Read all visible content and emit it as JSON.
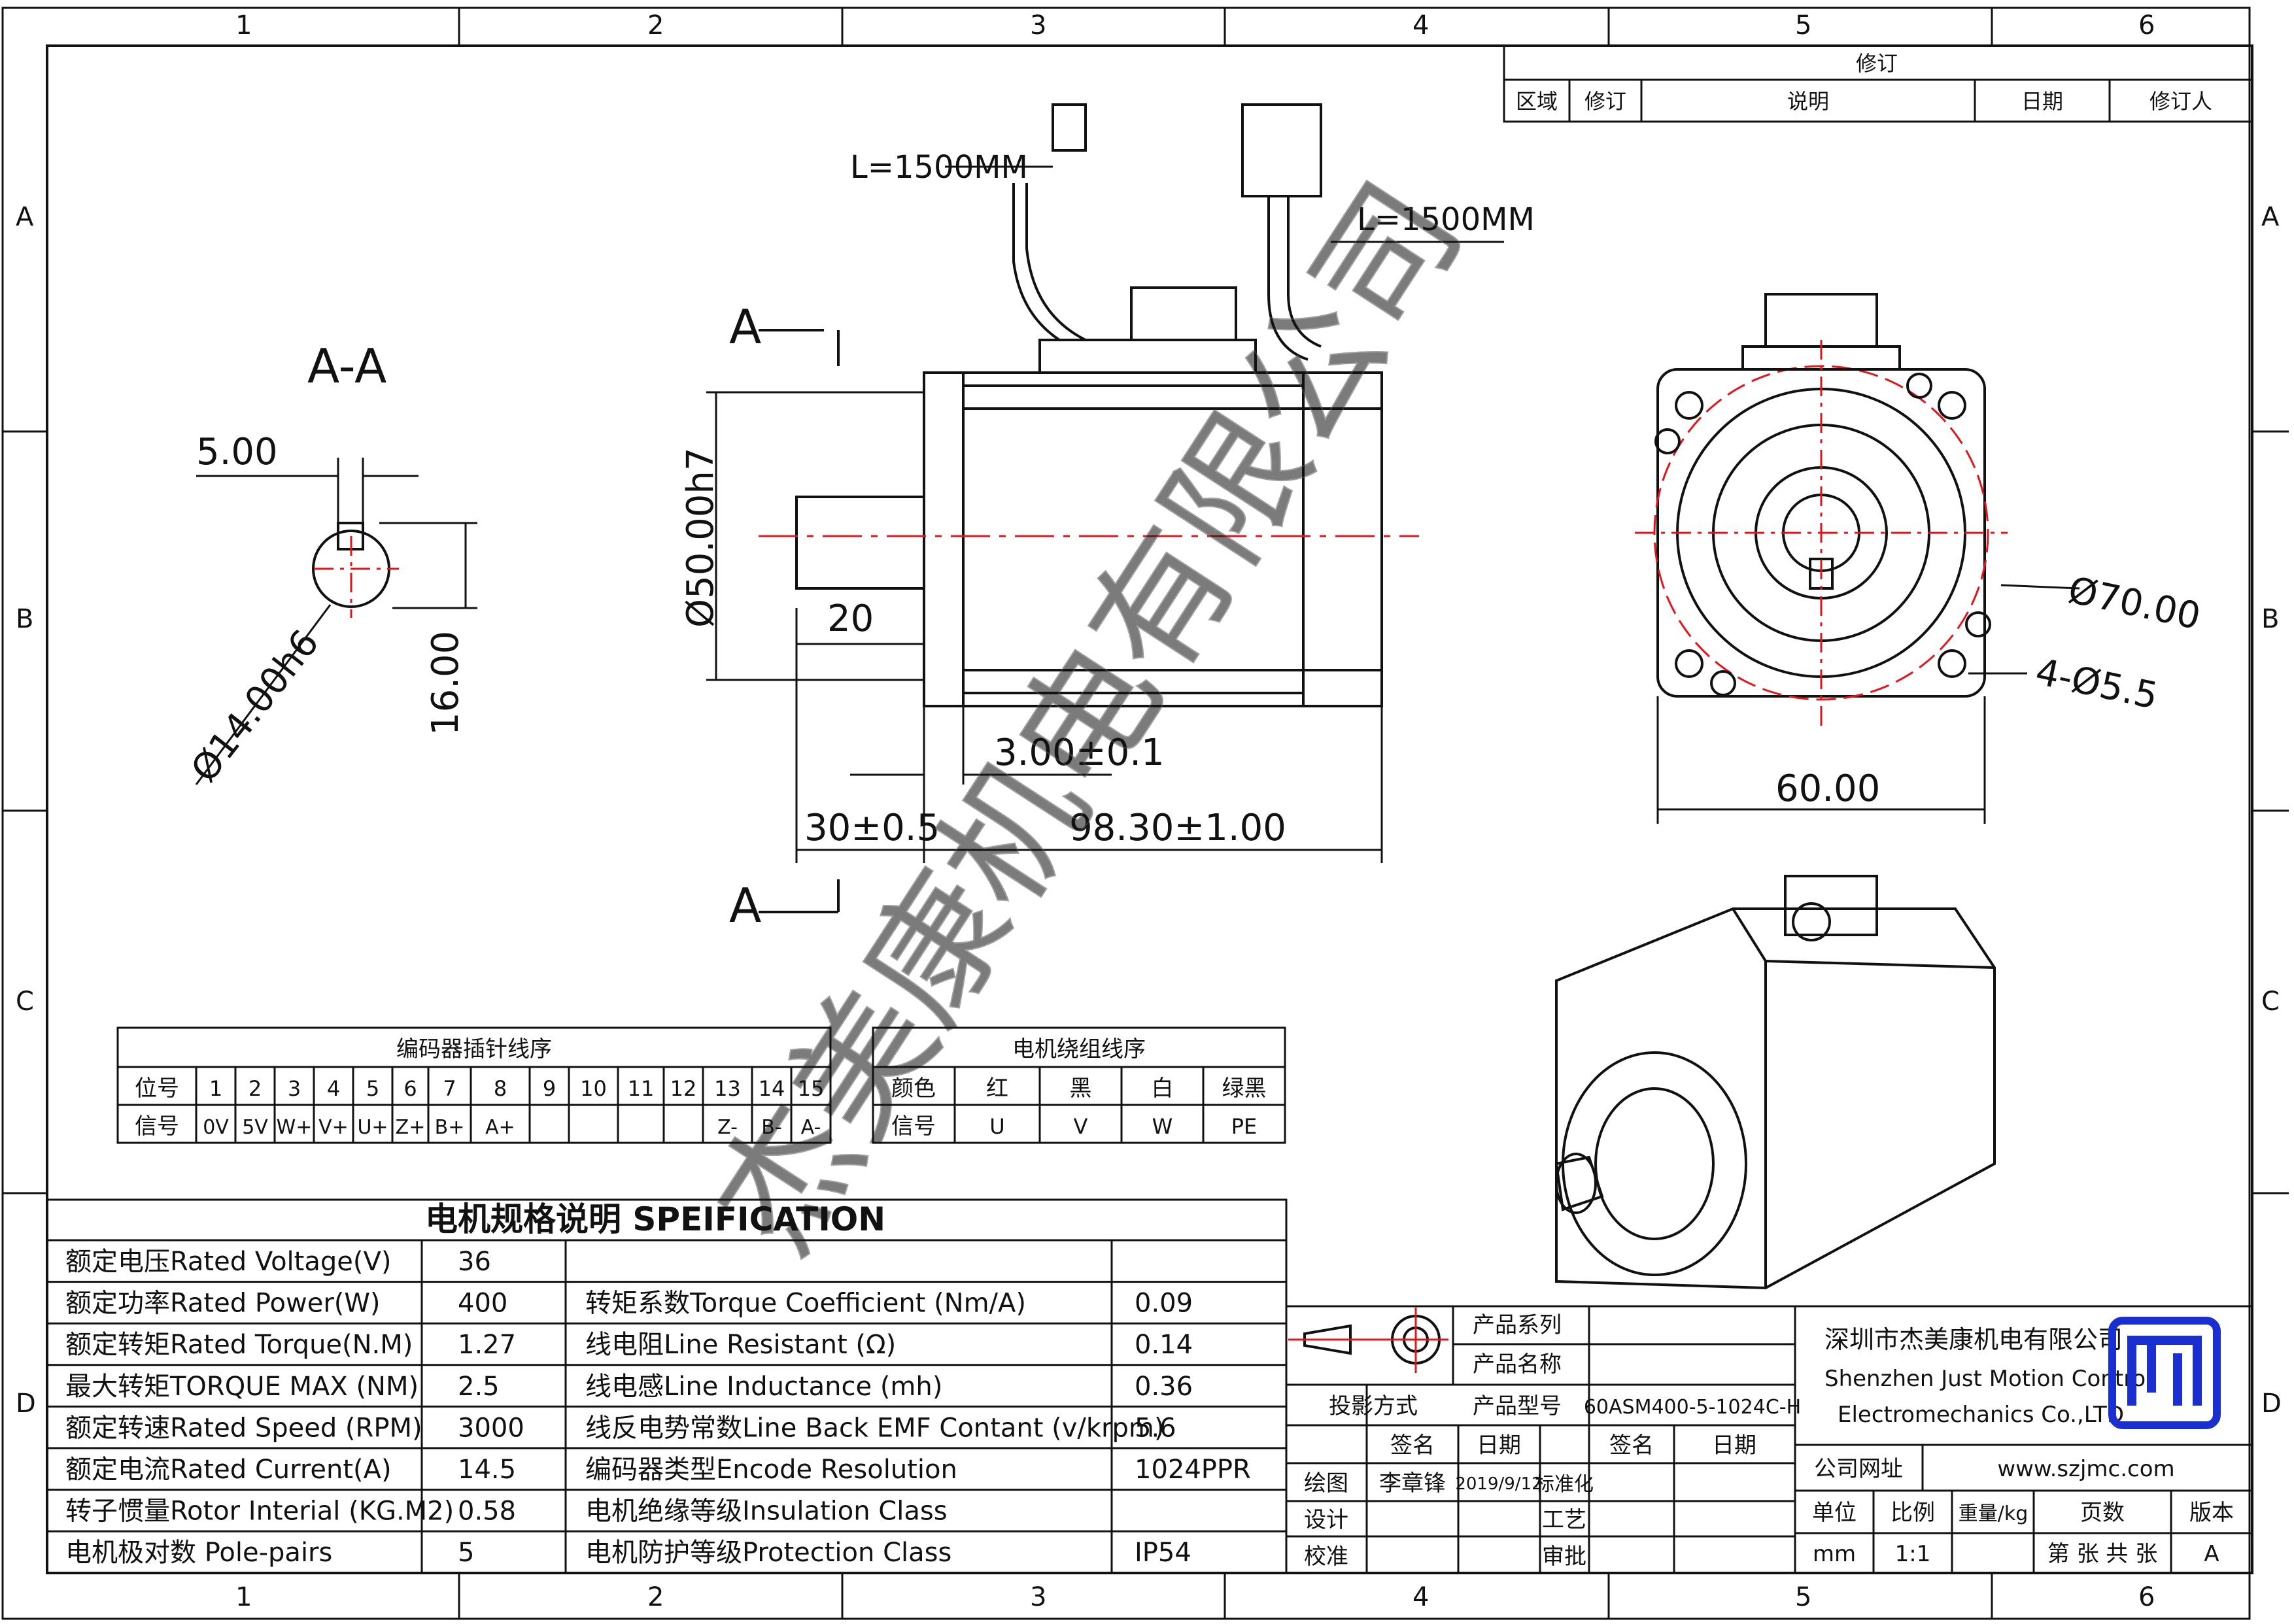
{
  "frame": {
    "columns": [
      "1",
      "2",
      "3",
      "4",
      "5",
      "6"
    ],
    "rows": [
      "A",
      "B",
      "C",
      "D"
    ]
  },
  "revision": {
    "title": "修订",
    "headers": [
      "区域",
      "修订",
      "说明",
      "日期",
      "修订人"
    ]
  },
  "section": {
    "label_top": "A",
    "label_bottom": "A",
    "aa_title": "A-A",
    "key_width": "5.00",
    "shaft_dia": "Ø14.00h6",
    "key_height": "16.00"
  },
  "side_view": {
    "cable1": "L=1500MM",
    "cable2": "L=1500MM",
    "flange_dia": "Ø50.00h7",
    "shaft_step": "20",
    "flange_thick": "3.00±0.1",
    "shaft_len": "30±0.5",
    "body_len": "98.30±1.00"
  },
  "front_view": {
    "pcd": "Ø70.00",
    "holes": "4-Ø5.5",
    "width": "60.00"
  },
  "watermark": "杰美康机电有限公司",
  "encoder_table": {
    "title": "编码器插针线序",
    "row1_label": "位号",
    "row2_label": "信号",
    "pins": [
      "1",
      "2",
      "3",
      "4",
      "5",
      "6",
      "7",
      "8",
      "9",
      "10",
      "11",
      "12",
      "13",
      "14",
      "15"
    ],
    "signals": [
      "0V",
      "5V",
      "W+",
      "V+",
      "U+",
      "Z+",
      "B+",
      "A+",
      "",
      "",
      "",
      "",
      "Z-",
      "B-",
      "A-"
    ]
  },
  "winding_table": {
    "title": "电机绕组线序",
    "row1_label": "颜色",
    "row2_label": "信号",
    "colors": [
      "红",
      "黑",
      "白",
      "绿黑"
    ],
    "signals": [
      "U",
      "V",
      "W",
      "PE"
    ]
  },
  "spec": {
    "title": "电机规格说明 SPEIFICATION",
    "left": [
      {
        "label": "额定电压Rated Voltage(V)",
        "value": "36"
      },
      {
        "label": "额定功率Rated Power(W)",
        "value": "400"
      },
      {
        "label": "额定转矩Rated Torque(N.M)",
        "value": "1.27"
      },
      {
        "label": "最大转矩TORQUE MAX (NM)",
        "value": "2.5"
      },
      {
        "label": "额定转速Rated Speed (RPM)",
        "value": "3000"
      },
      {
        "label": "额定电流Rated Current(A)",
        "value": "14.5"
      },
      {
        "label": "转子惯量Rotor Interial (KG.M2)",
        "value": "0.58"
      },
      {
        "label": "电机极对数 Pole-pairs",
        "value": "5"
      }
    ],
    "right": [
      {
        "label": "",
        "value": ""
      },
      {
        "label": "转矩系数Torque Coefficient (Nm/A)",
        "value": "0.09"
      },
      {
        "label": "线电阻Line Resistant (Ω)",
        "value": "0.14"
      },
      {
        "label": "线电感Line Inductance (mh)",
        "value": "0.36"
      },
      {
        "label": "线反电势常数Line Back EMF Contant (v/krpm)",
        "value": "5.6"
      },
      {
        "label": "编码器类型Encode Resolution",
        "value": "1024PPR"
      },
      {
        "label": "电机绝缘等级Insulation Class",
        "value": ""
      },
      {
        "label": "电机防护等级Protection Class",
        "value": "IP54"
      }
    ]
  },
  "title_block": {
    "product_series": "产品系列",
    "product_name": "产品名称",
    "projection": "投影方式",
    "product_model": "产品型号",
    "model_value": "60ASM400-5-1024C-H",
    "sign": "签名",
    "date": "日期",
    "sign2": "签名",
    "date2": "日期",
    "draw": "绘图",
    "drawer": "李章锋",
    "draw_date": "2019/9/12",
    "standard": "标准化",
    "design": "设计",
    "craft": "工艺",
    "check": "校准",
    "approve": "审批",
    "company_cn": "深圳市杰美康机电有限公司",
    "company_en1": "Shenzhen Just Motion Control",
    "company_en2": "Electromechanics Co.,LTD",
    "website_label": "公司网址",
    "website": "www.szjmc.com",
    "unit_label": "单位",
    "scale_label": "比例",
    "weight_label": "重量/kg",
    "pages_label": "页数",
    "version_label": "版本",
    "unit": "mm",
    "scale": "1:1",
    "pages": "第 张 共 张",
    "version": "A"
  },
  "colors": {
    "line": "#111111",
    "center": "#e0161b",
    "logo": "#1a2fd0"
  }
}
